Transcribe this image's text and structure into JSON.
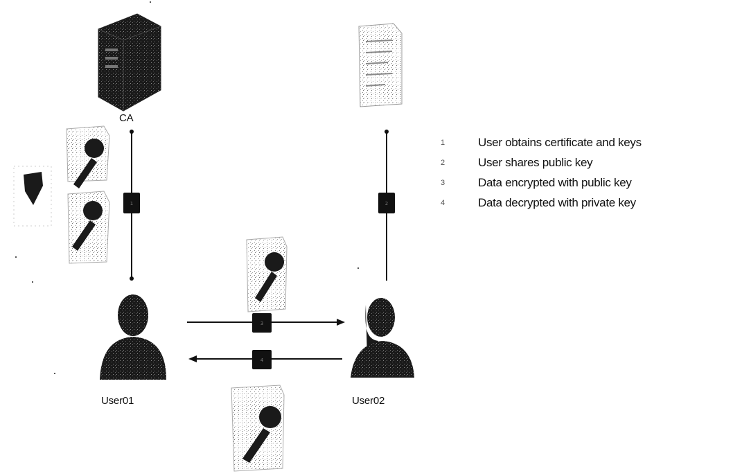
{
  "nodes": {
    "ca_label": "CA",
    "user1_label": "User01",
    "user2_label": "User02"
  },
  "steps": [
    "1",
    "2",
    "3",
    "4"
  ],
  "legend": [
    {
      "num": "1",
      "text": "User obtains certificate and keys"
    },
    {
      "num": "2",
      "text": "User shares public key"
    },
    {
      "num": "3",
      "text": "Data encrypted with public key"
    },
    {
      "num": "4",
      "text": "Data decrypted with private key"
    }
  ],
  "colors": {
    "line": "#111111",
    "icon_fill": "#1a1a1a",
    "doc_fill": "#e8e8e8",
    "badge": "#111111"
  },
  "icons": {
    "server": "server-icon",
    "certificate": "certificate-icon",
    "key": "key-icon",
    "user": "user-icon"
  }
}
